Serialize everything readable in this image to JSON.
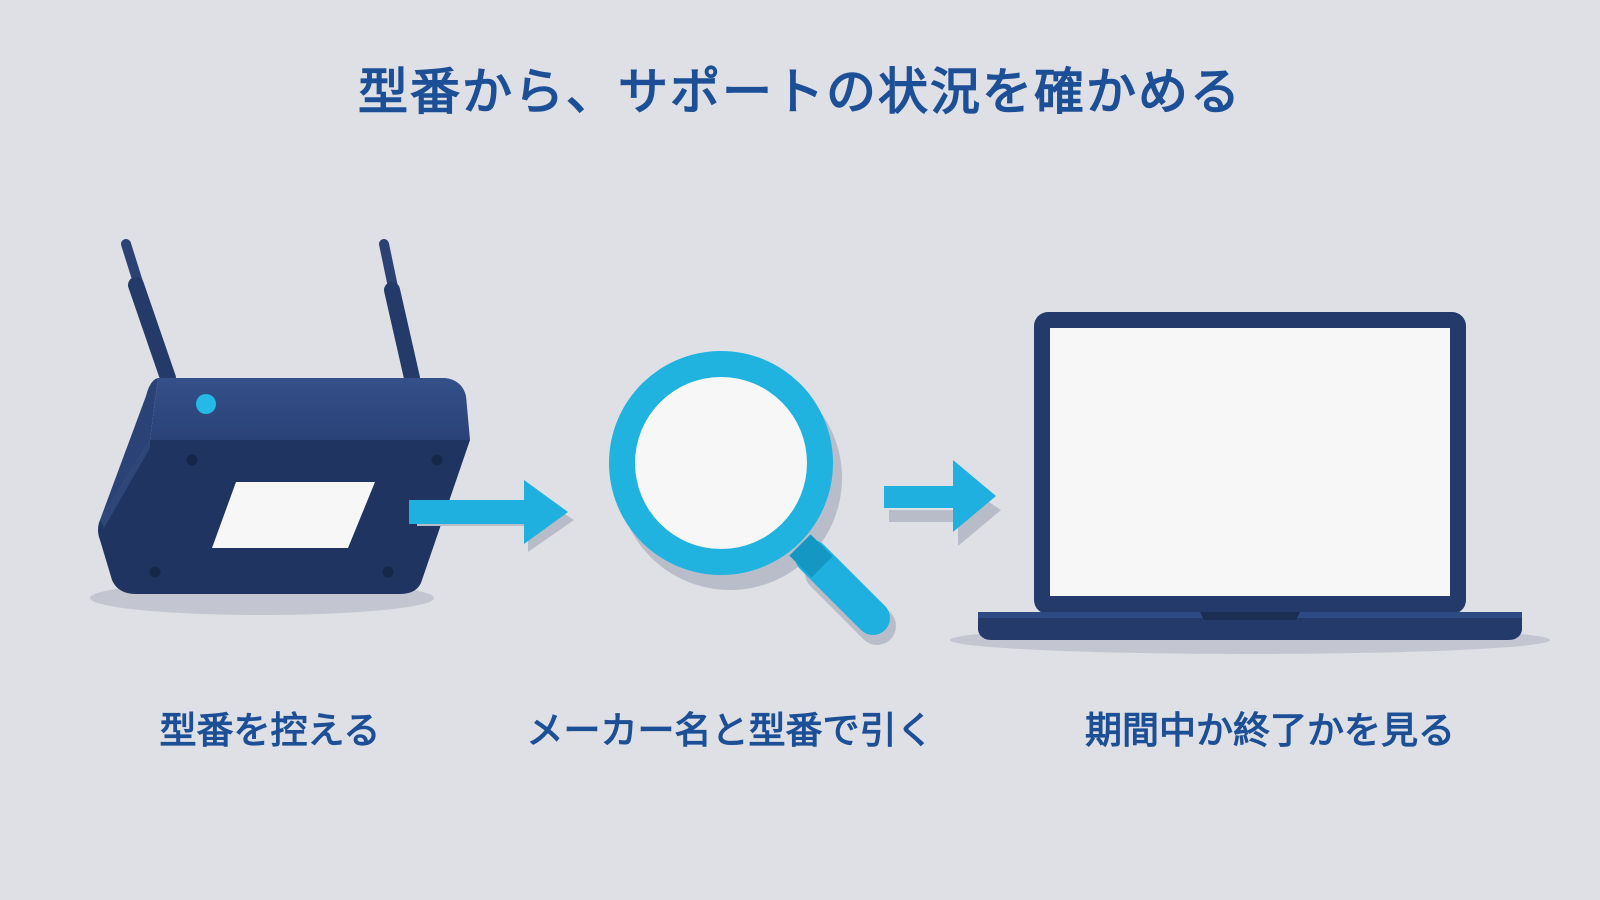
{
  "title": "型番から、サポートの状況を確かめる",
  "steps": [
    {
      "label": "型番を控える",
      "icon": "router-icon"
    },
    {
      "label": "メーカー名と型番で引く",
      "icon": "magnifier-icon"
    },
    {
      "label": "期間中か終了かを見る",
      "icon": "laptop-icon"
    }
  ],
  "colors": {
    "background": "#dfe0e5",
    "title": "#1d4f97",
    "navy": "#233a6a",
    "accent": "#20b3e0",
    "white": "#f7f7f8"
  }
}
